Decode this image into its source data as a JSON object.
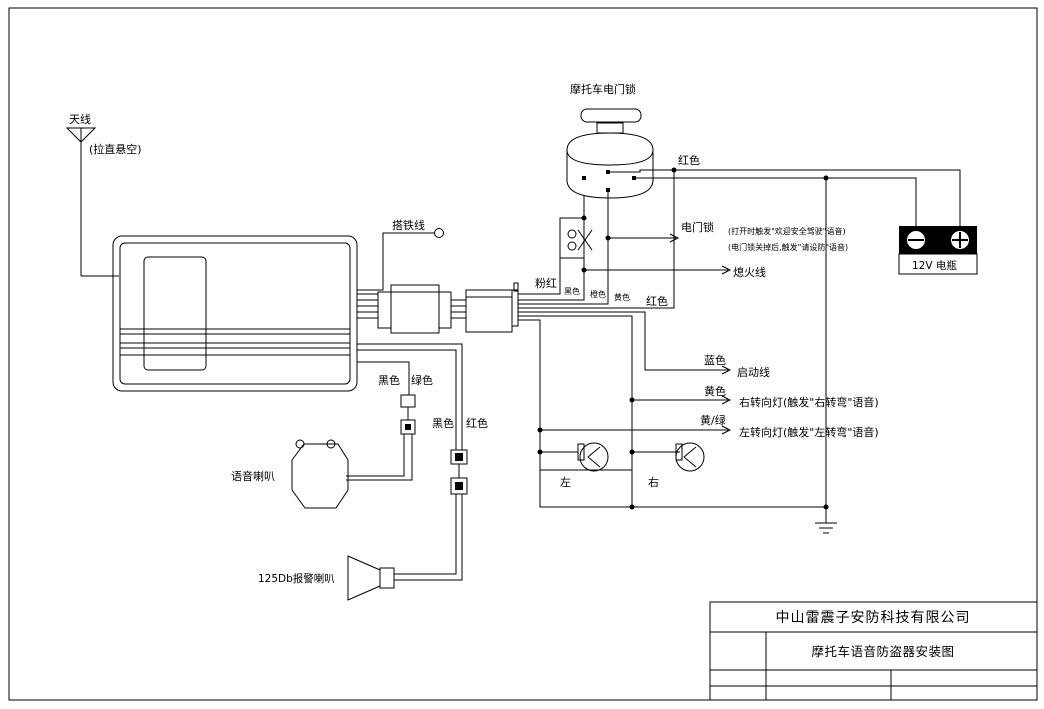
{
  "antenna": {
    "label": "天线",
    "note": "(拉直悬空)"
  },
  "ground_wire": "搭铁线",
  "ignition_lock": "摩托车电门锁",
  "battery": {
    "label": "12V 电瓶"
  },
  "wire_colors": {
    "red_top": "红色",
    "pink_red": "粉红",
    "black": "黑色",
    "orange": "橙色",
    "yellow_small": "黄色",
    "red_side": "红色",
    "blue": "蓝色",
    "yellow": "黄色",
    "yellow_green": "黄/绿",
    "black_left": "黑色",
    "green": "绿色",
    "black_mid": "黑色",
    "red_mid": "红色"
  },
  "outputs": {
    "ignition_lock": "电门锁",
    "lock_note_1": "(打开时触发\"欢迎安全驾驶\"语音)",
    "lock_note_2": "(电门锁关掉后,触发\"请设防\"语音)",
    "flameout": "熄火线",
    "start": "启动线",
    "right_turn": "右转向灯(触发\"右转弯\"语音)",
    "left_turn": "左转向灯(触发\"左转弯\"语音)"
  },
  "lamps": {
    "left": "左",
    "right": "右"
  },
  "voice_speaker": "语音喇叭",
  "alarm_horn": "125Db报警喇叭",
  "title_block": {
    "company": "中山雷震子安防科技有限公司",
    "drawing_title": "摩托车语音防盗器安装图"
  }
}
